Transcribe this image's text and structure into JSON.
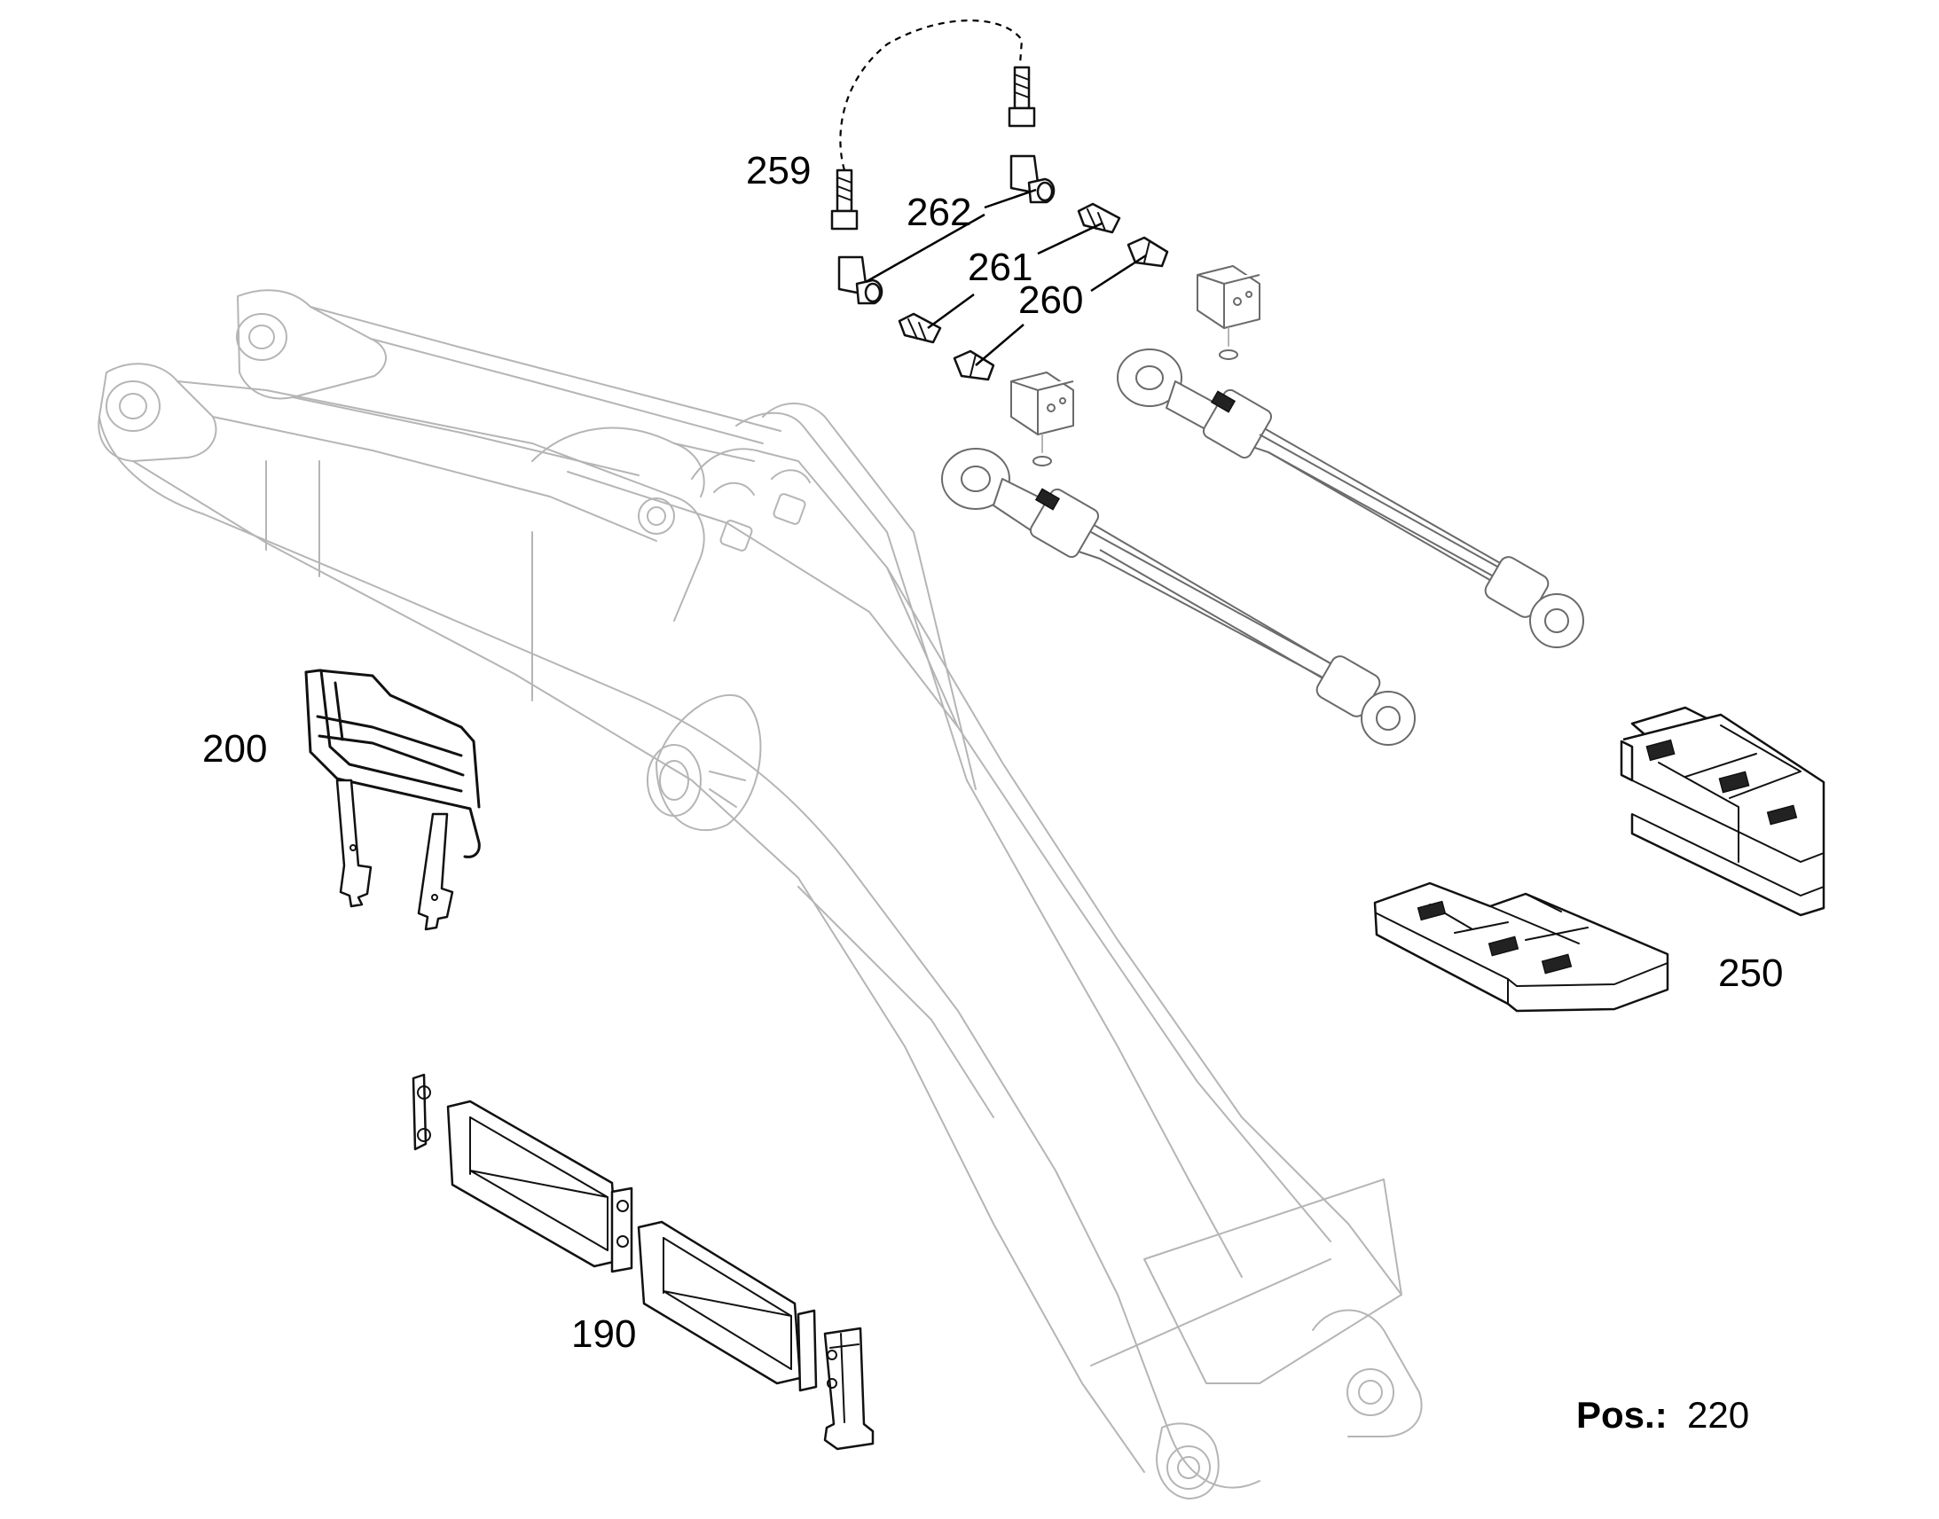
{
  "callouts": {
    "p259": "259",
    "p262": "262",
    "p261": "261",
    "p260": "260",
    "p200": "200",
    "p250": "250",
    "p190": "190"
  },
  "position": {
    "key": "Pos.:",
    "value": "220"
  }
}
